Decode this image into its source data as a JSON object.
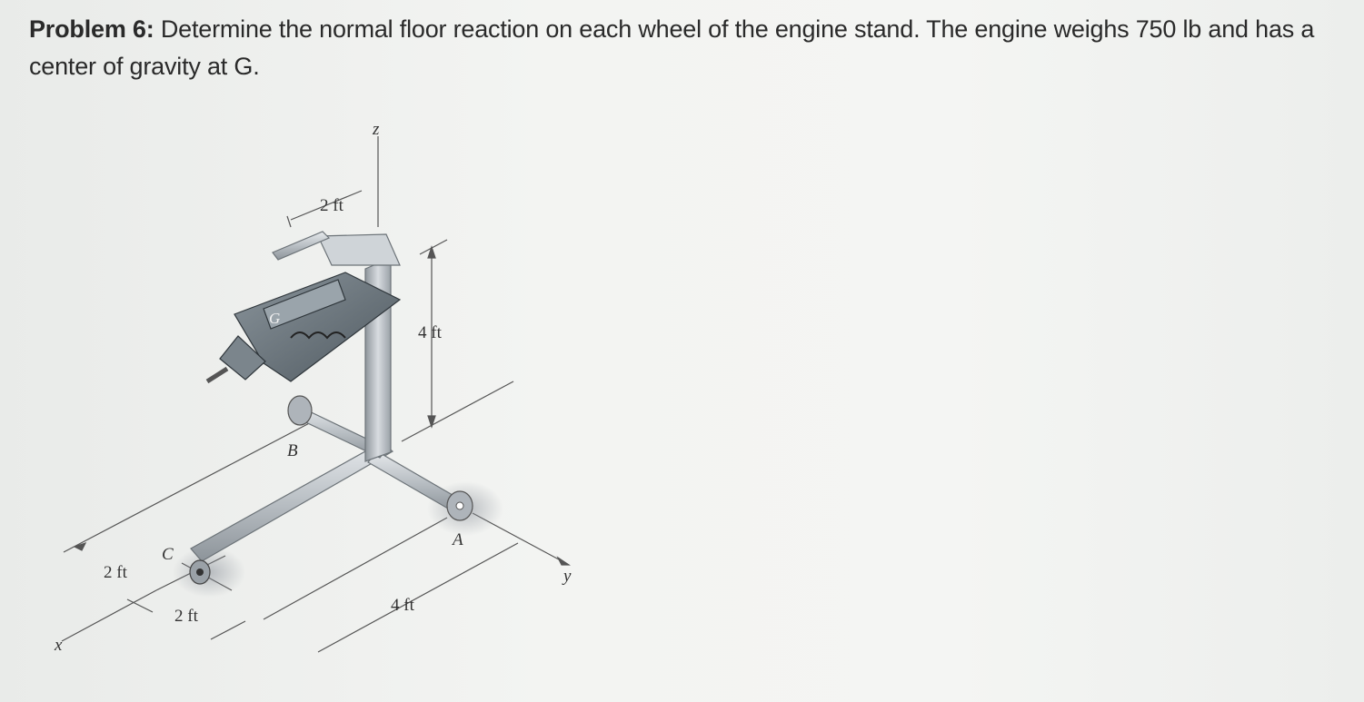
{
  "problem": {
    "label": "Problem 6:",
    "text": "Determine the normal floor reaction on each wheel of the engine stand. The engine weighs 750 lb and has a center of gravity at G."
  },
  "figure": {
    "axes": {
      "x": "x",
      "y": "y",
      "z": "z"
    },
    "points": {
      "A": "A",
      "B": "B",
      "C": "C",
      "G": "G"
    },
    "dims": {
      "top_offset": "2 ft",
      "height": "4 ft",
      "left_offset": "2 ft",
      "front_offset": "2 ft",
      "base_length": "4 ft"
    }
  },
  "colors": {
    "frame": "#b9bfc4",
    "engine": "#6f7a82",
    "text": "#2a2a2a"
  }
}
